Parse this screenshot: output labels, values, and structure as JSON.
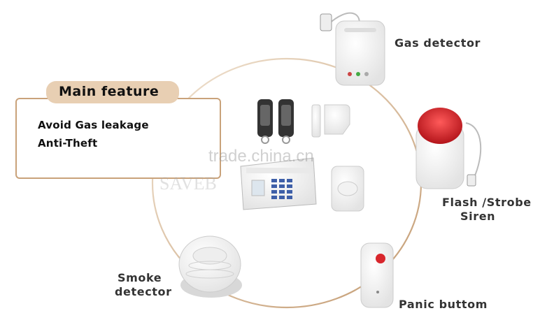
{
  "main_feature": {
    "title": "Main feature",
    "items": [
      "Avoid Gas leakage",
      "Anti-Theft"
    ]
  },
  "devices": {
    "gas": "Gas detector",
    "siren_line1": "Flash /Strobe",
    "siren_line2": "Siren",
    "panic": "Panic buttom",
    "smoke_line1": "Smoke",
    "smoke_line2": "detector"
  },
  "watermark": {
    "site": "trade.china.cn",
    "brand": "SAVEB"
  },
  "colors": {
    "accent_tan": "#c9a27a",
    "tab_fill": "#e8cfb3",
    "siren_red": "#d8262c",
    "ring": "#c9a27a"
  }
}
